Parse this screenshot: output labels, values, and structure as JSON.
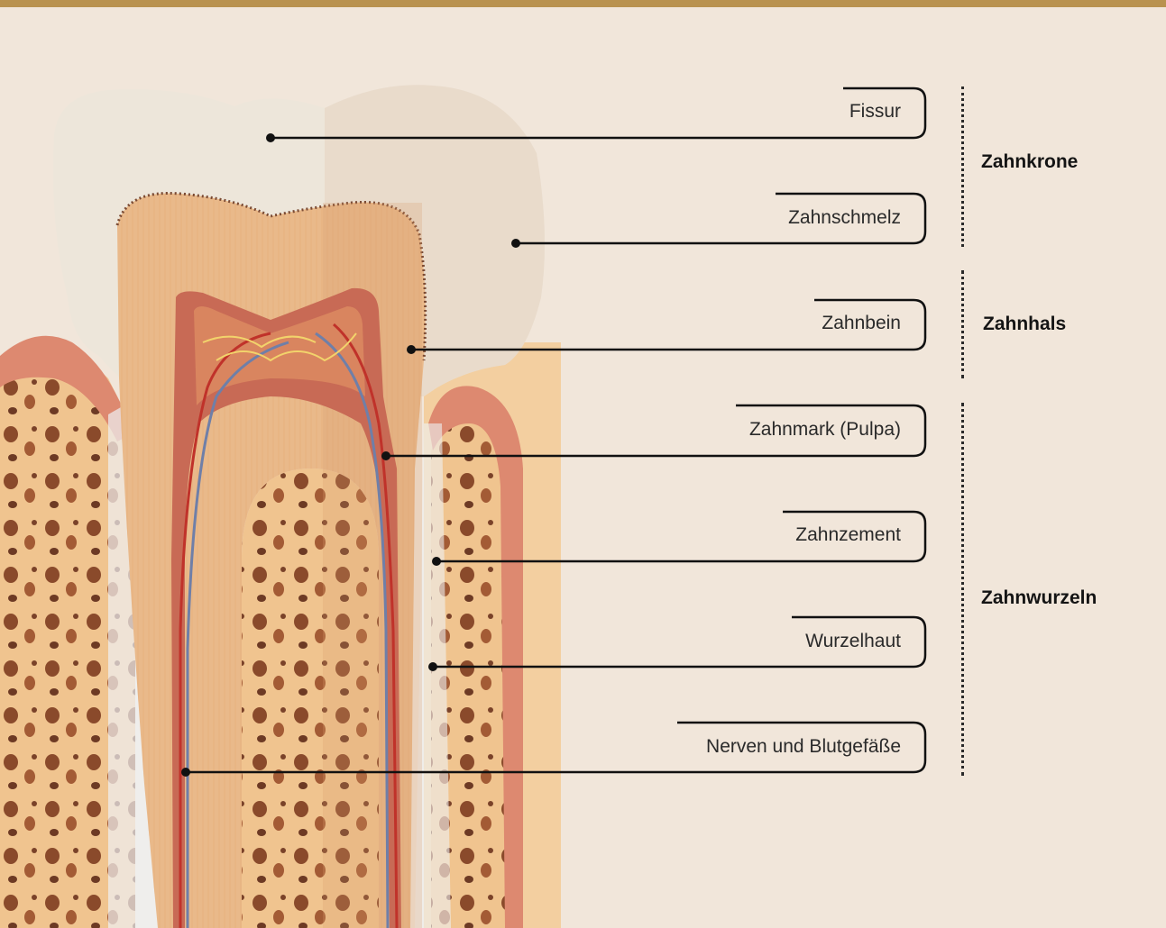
{
  "callouts": [
    {
      "id": "fissur",
      "label": "Fissur"
    },
    {
      "id": "zahnschmelz",
      "label": "Zahnschmelz"
    },
    {
      "id": "zahnbein",
      "label": "Zahnbein"
    },
    {
      "id": "zahnmark",
      "label": "Zahnmark (Pulpa)"
    },
    {
      "id": "zahnzement",
      "label": "Zahnzement"
    },
    {
      "id": "wurzelhaut",
      "label": "Wurzelhaut"
    },
    {
      "id": "nerven",
      "label": "Nerven und Blutgefäße"
    }
  ],
  "sections": [
    {
      "id": "krone",
      "label": "Zahnkrone"
    },
    {
      "id": "hals",
      "label": "Zahnhals"
    },
    {
      "id": "wurzeln",
      "label": "Zahnwurzeln"
    }
  ],
  "colors": {
    "accent_bar": "#b9924f",
    "background": "#f1e6da",
    "enamel": "#ede6da",
    "dentin": "#e9b98a",
    "pulp": "#c86a55",
    "gum": "#dd8970",
    "bone": "#f0cc9a",
    "line": "#111111"
  }
}
